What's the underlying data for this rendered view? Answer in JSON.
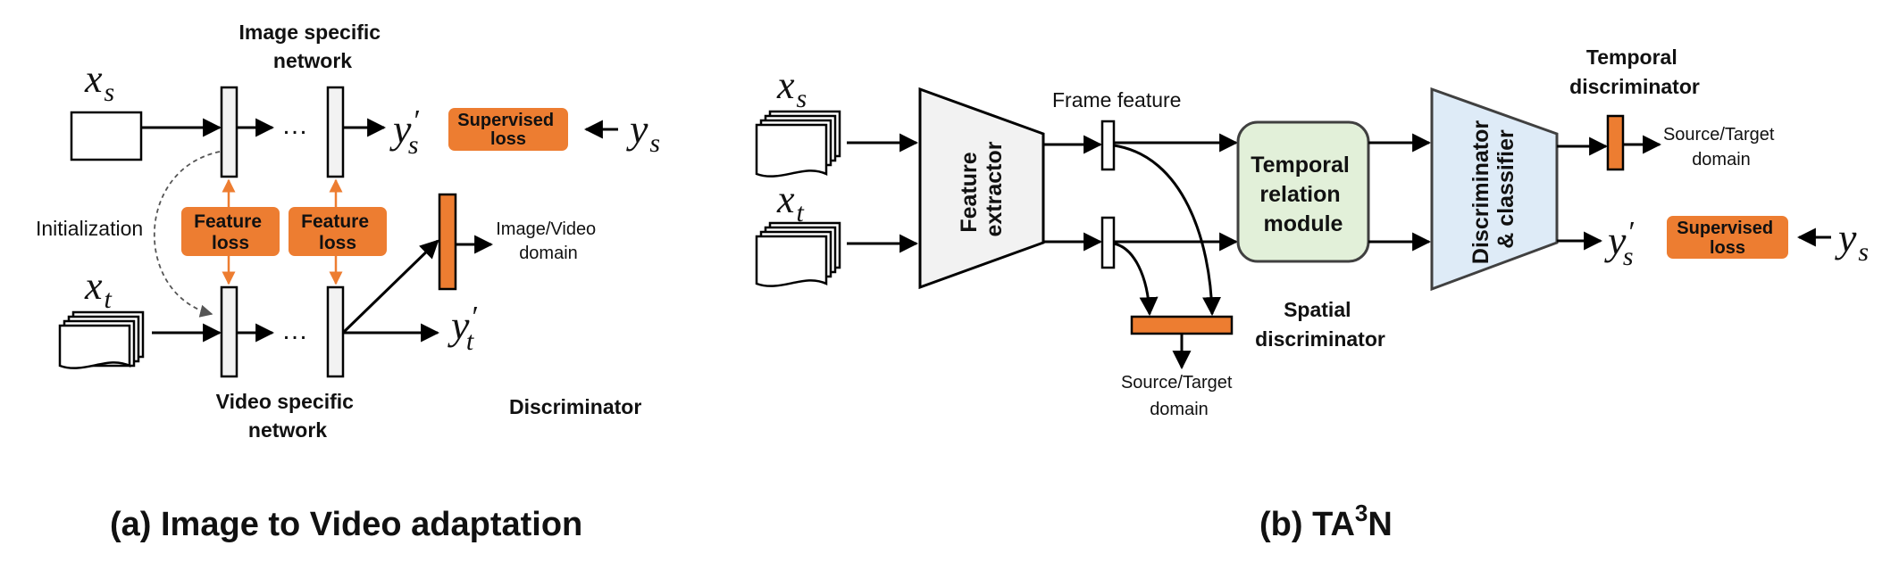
{
  "panel_a": {
    "caption": "(a) Image to Video adaptation",
    "image_net_label": [
      "Image specific",
      "network"
    ],
    "video_net_label": [
      "Video specific",
      "network"
    ],
    "initialization": "Initialization",
    "feature_loss_1": [
      "Feature",
      "loss"
    ],
    "feature_loss_2": [
      "Feature",
      "loss"
    ],
    "supervised_loss": [
      "Supervised",
      "loss"
    ],
    "domain_label": [
      "Image/Video",
      "domain"
    ],
    "discriminator": "Discriminator",
    "ellipsis": "…",
    "vars": {
      "xs_base": "x",
      "xs_sub": "s",
      "xt_base": "x",
      "xt_sub": "t",
      "ys_pred_base": "y",
      "ys_pred_sub": "s",
      "prime": "′",
      "yt_pred_base": "y",
      "yt_pred_sub": "t",
      "ys_base": "y",
      "ys_sub": "s"
    }
  },
  "panel_b": {
    "caption_prefix": "(b) TA",
    "caption_sup": "3",
    "caption_suffix": "N",
    "frame_feature": "Frame feature",
    "feature_extractor": [
      "Feature",
      "extractor"
    ],
    "trm": [
      "Temporal",
      "relation",
      "module"
    ],
    "disc_classifier": [
      "Discriminator",
      "& classifier"
    ],
    "temporal_disc": [
      "Temporal",
      "discriminator"
    ],
    "spatial_disc": [
      "Spatial",
      "discriminator"
    ],
    "source_target_top": [
      "Source/Target",
      "domain"
    ],
    "source_target_bottom": [
      "Source/Target",
      "domain"
    ],
    "supervised_loss": [
      "Supervised",
      "loss"
    ],
    "vars": {
      "xs_base": "x",
      "xs_sub": "s",
      "xt_base": "x",
      "xt_sub": "t",
      "ys_pred_base": "y",
      "ys_pred_sub": "s",
      "prime": "′",
      "ys_base": "y",
      "ys_sub": "s"
    }
  },
  "colors": {
    "orange": "#ED7D31",
    "box_gray_fill": "#F2F2F2",
    "trm_fill": "#E2F0D9",
    "disc_fill": "#DEEBF7",
    "line": "#000000",
    "dashed": "#555555"
  }
}
